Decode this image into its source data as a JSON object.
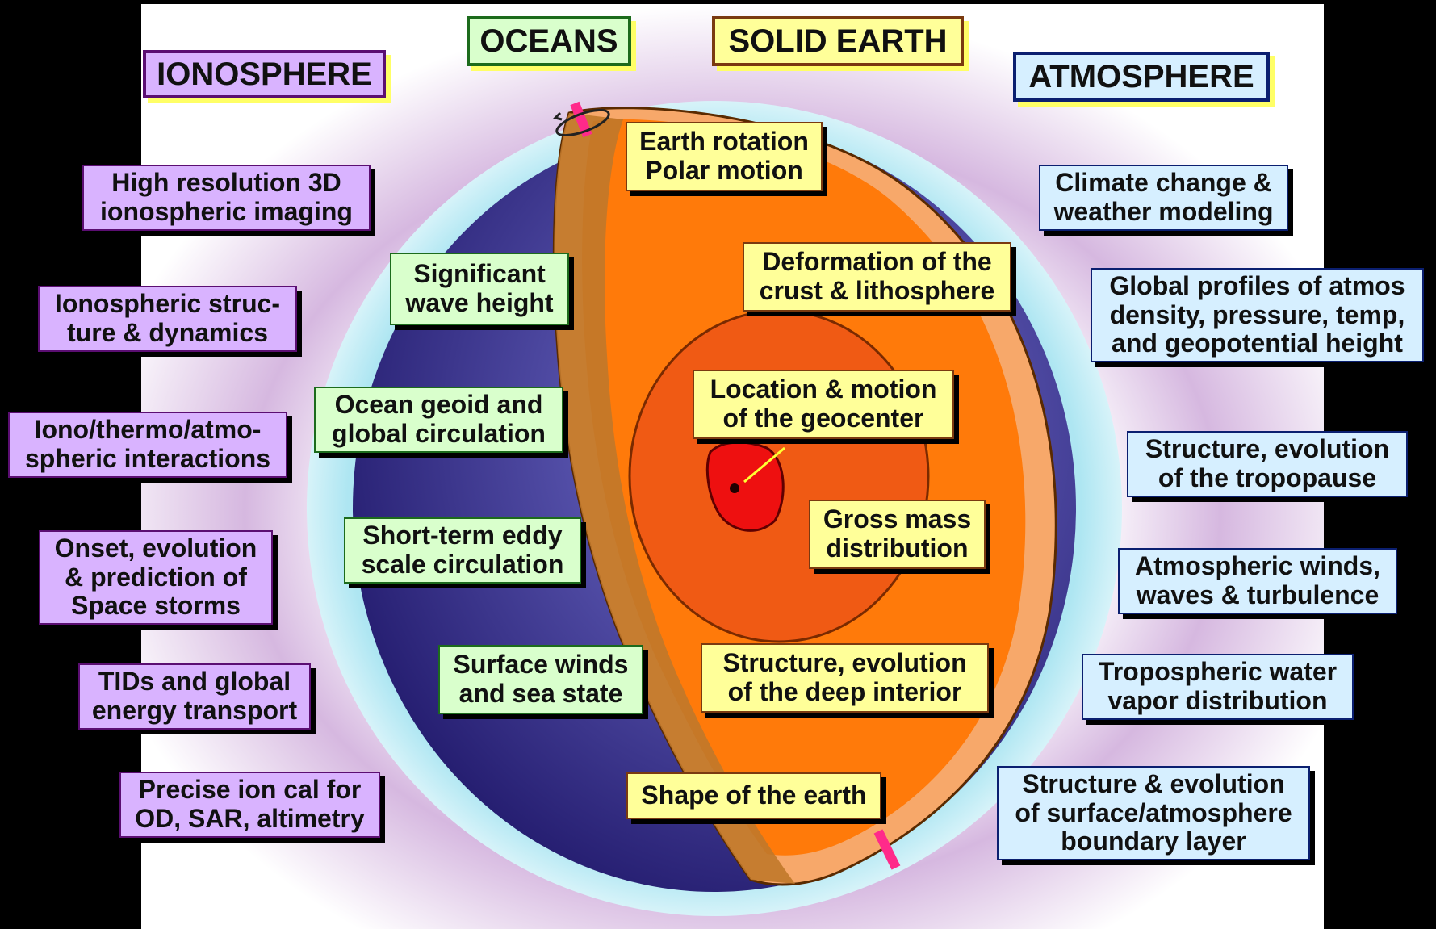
{
  "headers": {
    "ionosphere": "IONOSPHERE",
    "oceans": "OCEANS",
    "solid_earth": "SOLID EARTH",
    "atmosphere": "ATMOSPHERE"
  },
  "ionosphere_items": [
    "High resolution 3D\nionospheric imaging",
    "Ionospheric struc-\nture & dynamics",
    "Iono/thermo/atmo-\nspheric interactions",
    "Onset, evolution\n& prediction of\nSpace storms",
    "TIDs and global\nenergy transport",
    "Precise ion cal for\nOD, SAR, altimetry"
  ],
  "ocean_items": [
    "Significant\nwave height",
    "Ocean geoid and\nglobal circulation",
    "Short-term eddy\nscale circulation",
    "Surface winds\nand sea state"
  ],
  "earth_items": [
    "Earth rotation\nPolar motion",
    "Deformation of the\ncrust & lithosphere",
    "Location & motion\nof the geocenter",
    "Gross mass\ndistribution",
    "Structure, evolution\nof the deep interior",
    "Shape of the earth"
  ],
  "atmosphere_items": [
    "Climate change &\nweather modeling",
    "Global profiles of atmos\ndensity, pressure, temp,\nand geopotential height",
    "Structure, evolution\nof the tropopause",
    "Atmospheric winds,\nwaves & turbulence",
    "Tropospheric water\nvapor distribution",
    "Structure & evolution\nof surface/atmosphere\nboundary layer"
  ],
  "colors": {
    "ionosphere_fill": "#d9b3ff",
    "ocean_fill": "#d9ffcc",
    "earth_fill": "#ffff99",
    "atmosphere_fill": "#d6efff",
    "ocean_surface": "#2a1f7a",
    "crust": "#f7a86a",
    "mantle": "#ff7a0a",
    "outer_core": "#f05a14",
    "inner_core": "#ee1010",
    "rotation_axis": "#ff2a8a"
  },
  "icons": {
    "rotation_arrow": "rotation-arrow-icon",
    "geocenter_marker": "geocenter-dot-icon"
  }
}
